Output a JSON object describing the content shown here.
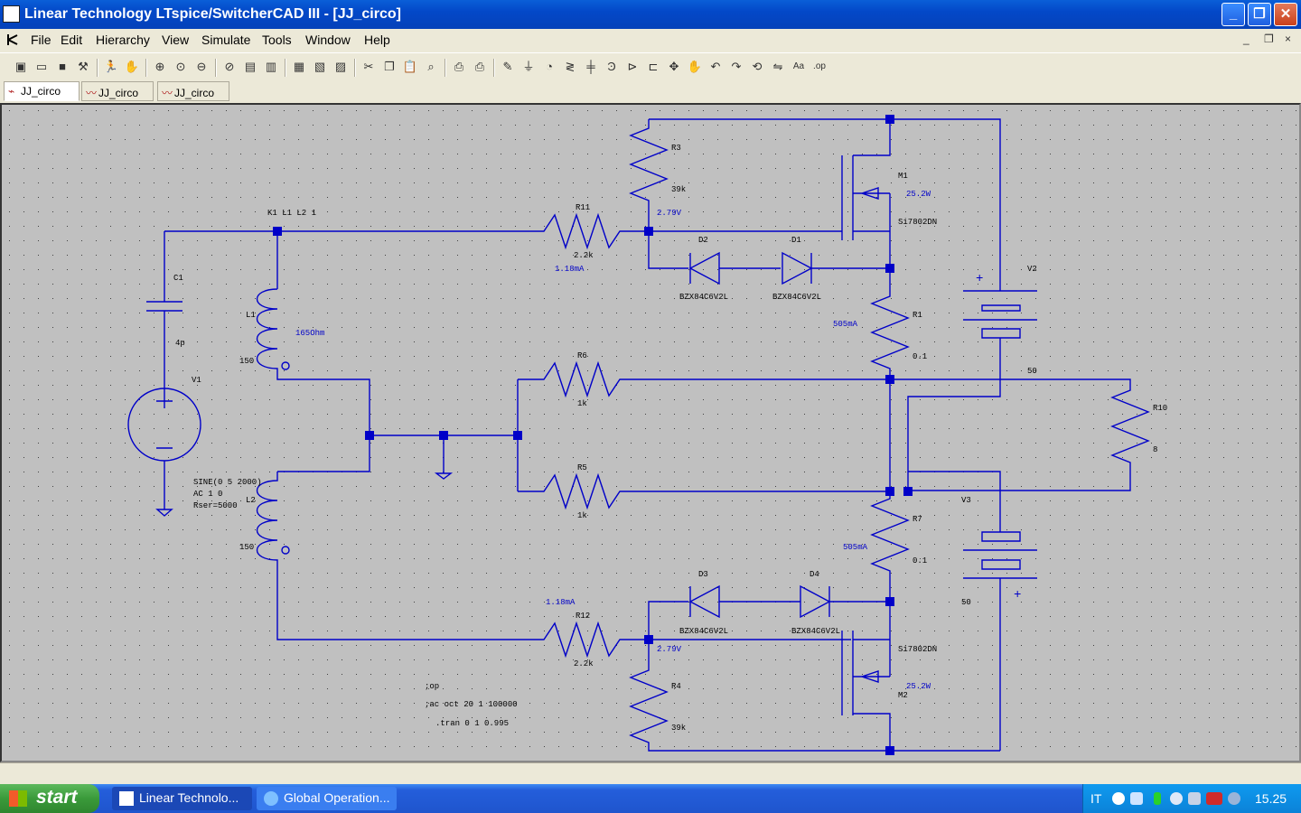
{
  "window": {
    "title": "Linear Technology LTspice/SwitcherCAD III - [JJ_circo]",
    "minimize_label": "_",
    "maximize_label": "❐",
    "close_label": "✕"
  },
  "menu": [
    "File",
    "Edit",
    "Hierarchy",
    "View",
    "Simulate",
    "Tools",
    "Window",
    "Help"
  ],
  "mdi_controls": [
    "_",
    "❐",
    "×"
  ],
  "tabs": [
    {
      "label": "JJ_circo",
      "kind": "schematic",
      "active": true
    },
    {
      "label": "JJ_circo",
      "kind": "waveform",
      "active": false
    },
    {
      "label": "JJ_circo",
      "kind": "waveform",
      "active": false
    }
  ],
  "toolbar_icons": [
    "new-schematic-icon",
    "open-icon",
    "save-icon",
    "control-panel-icon",
    "run-icon",
    "halt-icon",
    "zoom-in-icon",
    "zoom-pan-icon",
    "zoom-out-icon",
    "zoom-fit-icon",
    "autorange-icon",
    "autorange-x-icon",
    "tile-horizontal-icon",
    "cascade-icon",
    "tile-vertical-icon",
    "cut-icon",
    "copy-icon",
    "paste-icon",
    "find-icon",
    "print-setup-icon",
    "print-icon",
    "draw-wire-icon",
    "ground-icon",
    "label-net-icon",
    "resistor-icon",
    "capacitor-icon",
    "inductor-icon",
    "diode-icon",
    "component-icon",
    "move-icon",
    "drag-icon",
    "undo-icon",
    "redo-icon",
    "rotate-icon",
    "mirror-icon",
    "text-icon",
    "spice-directive-icon"
  ],
  "schematic": {
    "labels": {
      "k1": "K1 L1 L2 1",
      "c1": "C1",
      "c1_val": "4p",
      "v1": "V1",
      "v1_spec1": "SINE(0 5 2000)",
      "v1_spec2": "AC 1 0",
      "v1_spec3": "Rser=5000",
      "l1": "L1",
      "l1_val": "150",
      "l1_res": "165Ohm",
      "l2": "L2",
      "l2_val": "150",
      "r3": "R3",
      "r3_val": "39k",
      "r11": "R11",
      "r11_val": "2.2k",
      "r11_cur": "1.18mA",
      "node_top": "2.79V",
      "d2": "D2",
      "d2_val": "BZX84C6V2L",
      "d1": "D1",
      "d1_val": "BZX84C6V2L",
      "m1": "M1",
      "m1_val": "Si7802DN",
      "m1_pow": "25.2W",
      "r1": "R1",
      "r1_val": "0.1",
      "r1_cur": "505mA",
      "v2": "V2",
      "v2_val": "50",
      "r6": "R6",
      "r6_val": "1k",
      "r5": "R5",
      "r5_val": "1k",
      "r10": "R10",
      "r10_val": "8",
      "v3": "V3",
      "v3_val": "50",
      "r7": "R7",
      "r7_val": "0.1",
      "r7_cur": "505mA",
      "d3": "D3",
      "d3_val": "BZX84C6V2L",
      "d4": "D4",
      "d4_val": "BZX84C6V2L",
      "r12": "R12",
      "r12_val": "2.2k",
      "r12_cur": "1.18mA",
      "node_bot": "2.79V",
      "m2": "M2",
      "m2_val": "Si7802DN",
      "m2_pow": "25.2W",
      "r4": "R4",
      "r4_val": "39k",
      "dir_op": ";op",
      "dir_ac": ";ac oct 20 1 100000",
      "dir_tran": ".tran 0 1 0.995",
      "plus1": "+",
      "plus2": "+"
    },
    "colors": {
      "wire": "#0000c8",
      "background": "#c0c0c0",
      "probe_text": "#0000c8",
      "label_text": "#000000"
    }
  },
  "taskbar": {
    "start_label": "start",
    "tasks": [
      "Linear Technolo...",
      "Global Operation..."
    ],
    "language": "IT",
    "clock": "15.25"
  }
}
